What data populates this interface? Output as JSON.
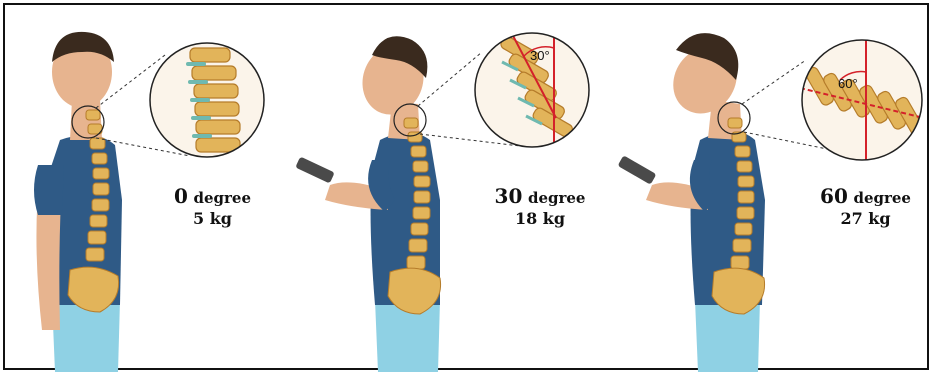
{
  "figures": [
    {
      "angle_label": "",
      "caption_number": "0",
      "caption_unit": "degree",
      "weight": "5 kg"
    },
    {
      "angle_label": "30°",
      "caption_number": "30",
      "caption_unit": "degree",
      "weight": "18 kg"
    },
    {
      "angle_label": "60°",
      "caption_number": "60",
      "caption_unit": "degree",
      "weight": "27 kg"
    }
  ],
  "colors": {
    "hair": "#3a2a1e",
    "skin": "#e7b48f",
    "shirt": "#2f5a86",
    "pants": "#8fd1e4",
    "bone": "#e2b45a",
    "bone_dark": "#b57c2a",
    "disc": "#6fb9b0",
    "angle_line": "#d4212a",
    "phone": "#4a4a4a"
  },
  "icons": [
    "spine-bone-icon",
    "zoom-circle-icon",
    "smartphone-icon"
  ]
}
